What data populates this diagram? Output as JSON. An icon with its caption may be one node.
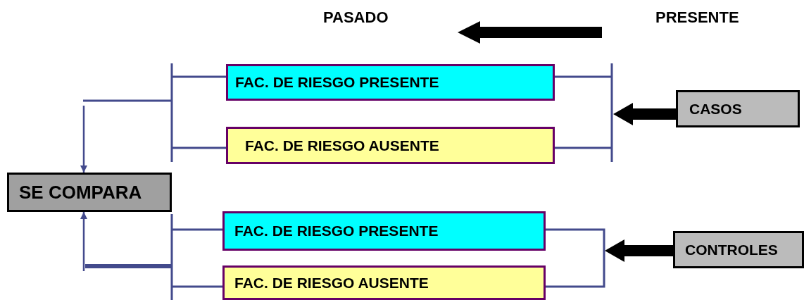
{
  "diagram": {
    "nodes": [
      {
        "text": [
          "SE COMPARA"
        ]
      },
      {
        "text": [
          "FAC. DE RIESGO PRESENTE"
        ]
      },
      {
        "text": [
          "FAC. DE RIESGO AUSENTE"
        ]
      },
      {
        "text": [
          "CASOS"
        ]
      },
      {
        "text": [
          "FAC. DE RIESGO PRESENTE"
        ]
      },
      {
        "text": [
          "FAC. DE RIESGO AUSENTE"
        ]
      },
      {
        "text": [
          "CONTROLES"
        ]
      }
    ],
    "edges": [
      {
        "from": null,
        "to": 0,
        "arrow": "to"
      },
      {
        "from": null,
        "to": 0,
        "arrow": "to"
      },
      {
        "from": 3,
        "to": null,
        "arrow": "to",
        "style": "thick",
        "color": "#000000"
      },
      {
        "from": 6,
        "to": null,
        "arrow": "to",
        "style": "thick",
        "color": "#000000"
      }
    ],
    "labels": [
      "PASADO",
      "PRESENTE"
    ]
  }
}
